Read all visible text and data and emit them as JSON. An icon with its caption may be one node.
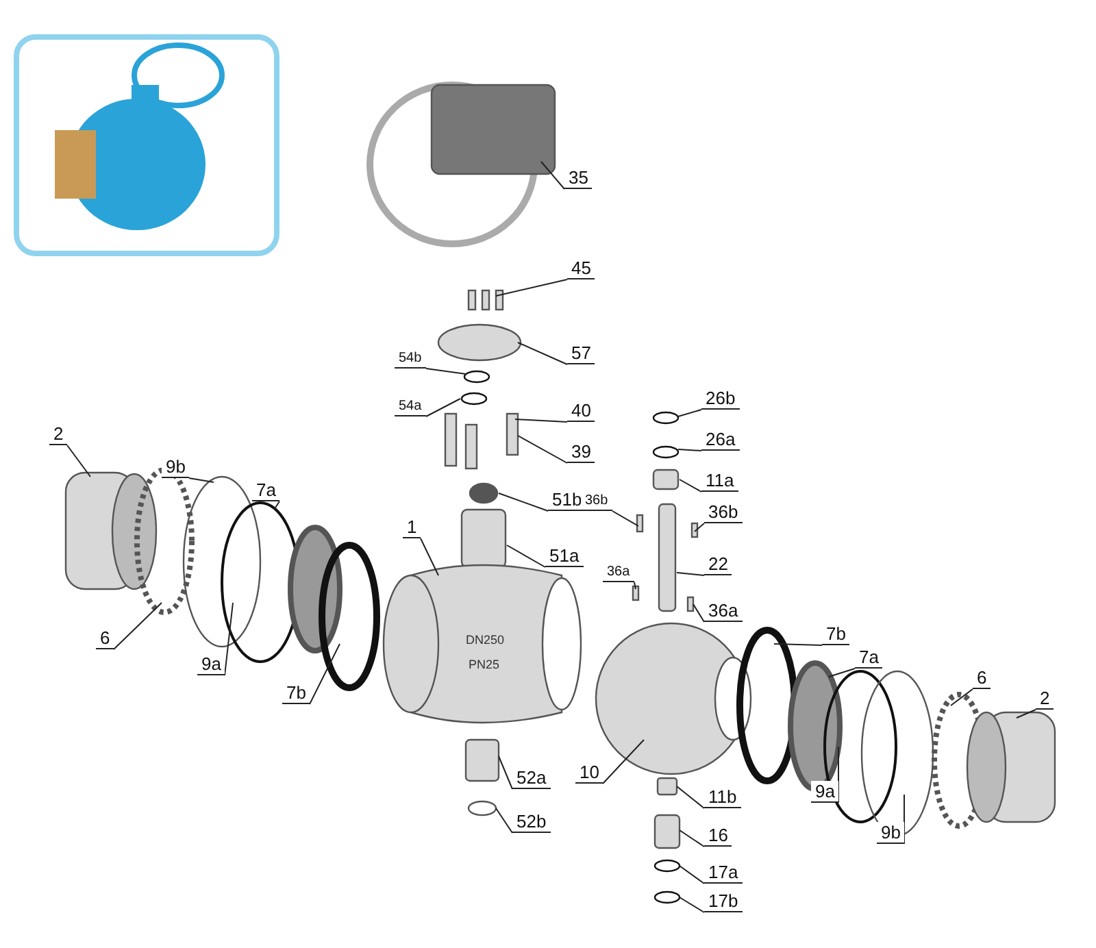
{
  "diagram": {
    "nodes": [
      {
        "text": [
          "35"
        ]
      },
      {
        "text": [
          "45"
        ]
      },
      {
        "text": [
          "57"
        ]
      },
      {
        "text": [
          "54b"
        ]
      },
      {
        "text": [
          "40"
        ]
      },
      {
        "text": [
          "54a"
        ]
      },
      {
        "text": [
          "39"
        ]
      },
      {
        "text": [
          "51b"
        ]
      },
      {
        "text": [
          "51a"
        ]
      },
      {
        "text": [
          "26b"
        ]
      },
      {
        "text": [
          "26a"
        ]
      },
      {
        "text": [
          "11a"
        ]
      },
      {
        "text": [
          "36b"
        ]
      },
      {
        "text": [
          "36b"
        ]
      },
      {
        "text": [
          "22"
        ]
      },
      {
        "text": [
          "36a"
        ]
      },
      {
        "text": [
          "36a"
        ]
      },
      {
        "text": [
          "2"
        ]
      },
      {
        "text": [
          "9b"
        ]
      },
      {
        "text": [
          "7a"
        ]
      },
      {
        "text": [
          "1"
        ]
      },
      {
        "text": [
          "6"
        ]
      },
      {
        "text": [
          "9a"
        ]
      },
      {
        "text": [
          "7b"
        ]
      },
      {
        "text": [
          "7b"
        ]
      },
      {
        "text": [
          "7a"
        ]
      },
      {
        "text": [
          "6"
        ]
      },
      {
        "text": [
          "2"
        ]
      },
      {
        "text": [
          "10"
        ]
      },
      {
        "text": [
          "52a"
        ]
      },
      {
        "text": [
          "52b"
        ]
      },
      {
        "text": [
          "11b"
        ]
      },
      {
        "text": [
          "16"
        ]
      },
      {
        "text": [
          "17a"
        ]
      },
      {
        "text": [
          "17b"
        ]
      },
      {
        "text": [
          "9a"
        ]
      },
      {
        "text": [
          "9b"
        ]
      }
    ],
    "edges": [
      {
        "from": 0,
        "to": null,
        "arrow": "none"
      },
      {
        "from": 1,
        "to": null,
        "arrow": "none"
      },
      {
        "from": 2,
        "to": null,
        "arrow": "none"
      },
      {
        "from": 3,
        "to": null,
        "arrow": "none"
      },
      {
        "from": 4,
        "to": null,
        "arrow": "none"
      },
      {
        "from": 5,
        "to": null,
        "arrow": "none"
      },
      {
        "from": 6,
        "to": null,
        "arrow": "none"
      },
      {
        "from": 7,
        "to": null,
        "arrow": "none"
      },
      {
        "from": 8,
        "to": null,
        "arrow": "none"
      },
      {
        "from": 9,
        "to": null,
        "arrow": "none"
      },
      {
        "from": 10,
        "to": null,
        "arrow": "none"
      },
      {
        "from": 11,
        "to": null,
        "arrow": "none"
      },
      {
        "from": 12,
        "to": null,
        "arrow": "none"
      },
      {
        "from": 13,
        "to": null,
        "arrow": "none"
      },
      {
        "from": 14,
        "to": null,
        "arrow": "none"
      },
      {
        "from": 15,
        "to": null,
        "arrow": "none"
      },
      {
        "from": 16,
        "to": null,
        "arrow": "none"
      },
      {
        "from": 17,
        "to": null,
        "arrow": "none"
      },
      {
        "from": 18,
        "to": null,
        "arrow": "none"
      },
      {
        "from": 19,
        "to": null,
        "arrow": "none"
      },
      {
        "from": 20,
        "to": null,
        "arrow": "none"
      },
      {
        "from": 21,
        "to": null,
        "arrow": "none"
      },
      {
        "from": 22,
        "to": null,
        "arrow": "none"
      },
      {
        "from": 23,
        "to": null,
        "arrow": "none"
      },
      {
        "from": 24,
        "to": null,
        "arrow": "none"
      },
      {
        "from": 25,
        "to": null,
        "arrow": "none"
      },
      {
        "from": 26,
        "to": null,
        "arrow": "none"
      },
      {
        "from": 27,
        "to": null,
        "arrow": "none"
      },
      {
        "from": 28,
        "to": null,
        "arrow": "none"
      },
      {
        "from": 29,
        "to": null,
        "arrow": "none"
      },
      {
        "from": 30,
        "to": null,
        "arrow": "none"
      },
      {
        "from": 31,
        "to": null,
        "arrow": "none"
      },
      {
        "from": 32,
        "to": null,
        "arrow": "none"
      },
      {
        "from": 33,
        "to": null,
        "arrow": "none"
      },
      {
        "from": 34,
        "to": null,
        "arrow": "none"
      },
      {
        "from": 35,
        "to": null,
        "arrow": "none"
      },
      {
        "from": 36,
        "to": null,
        "arrow": "none"
      }
    ],
    "labels": [
      "DN250",
      "PN25"
    ]
  }
}
